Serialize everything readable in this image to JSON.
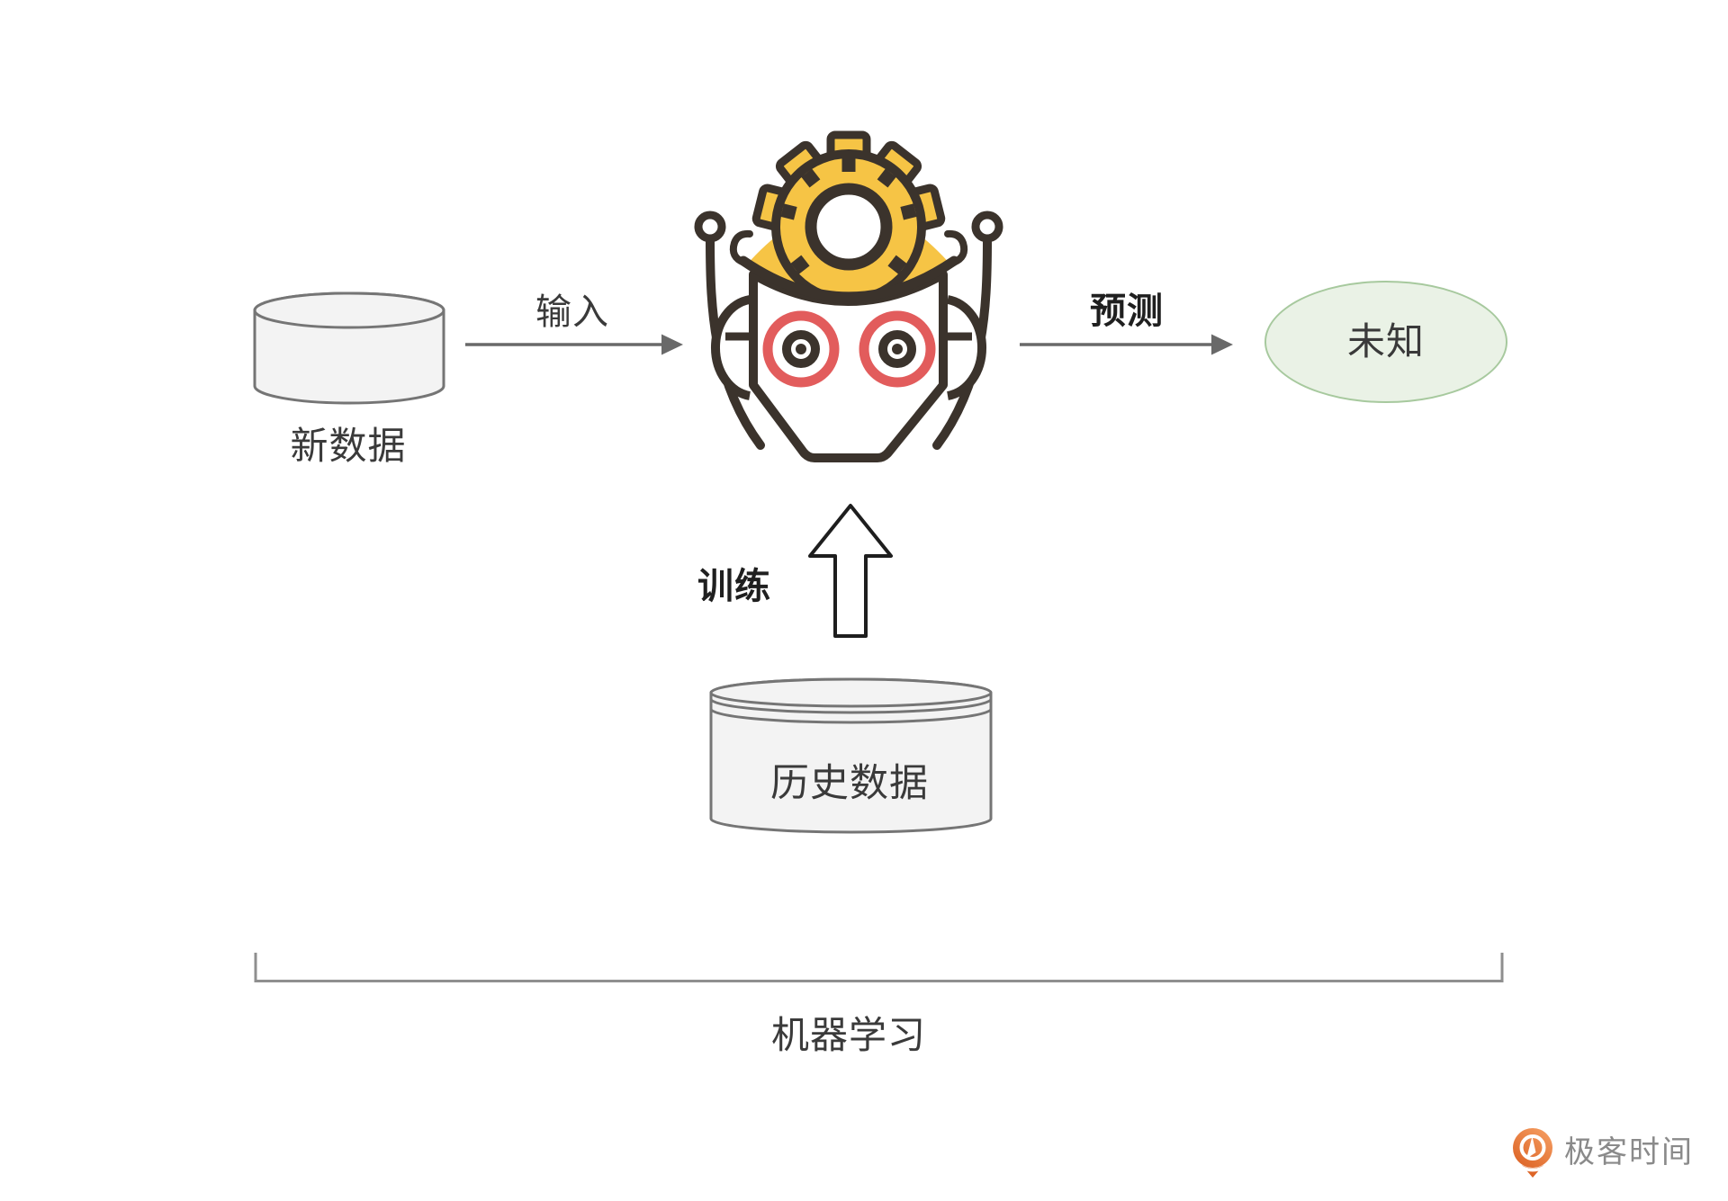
{
  "diagram": {
    "nodes": {
      "new_data": {
        "label": "新数据",
        "shape": "cylinder"
      },
      "model": {
        "icon": "robot-head-gear-icon"
      },
      "unknown": {
        "label": "未知",
        "shape": "ellipse"
      },
      "history_data": {
        "label": "历史数据",
        "shape": "cylinder"
      }
    },
    "edges": {
      "input": {
        "label": "输入",
        "from": "new_data",
        "to": "model"
      },
      "predict": {
        "label": "预测",
        "from": "model",
        "to": "unknown"
      },
      "train": {
        "label": "训练",
        "from": "history_data",
        "to": "model"
      }
    },
    "group": {
      "label": "机器学习"
    }
  },
  "footer": {
    "logo_text": "极客时间"
  },
  "icons": {
    "robot": "robot-head-gear-icon",
    "logo": "geektime-logo-icon"
  },
  "colors": {
    "gear_yellow": "#F6C445",
    "outline_dark": "#3B332C",
    "eye_red": "#E25C5C",
    "ellipse_green_fill": "#EAF2E6",
    "ellipse_green_border": "#A7C99E",
    "cylinder_fill": "#F3F3F3",
    "cylinder_stroke": "#757575",
    "arrow_gray": "#696969",
    "bracket_gray": "#8F8F8F",
    "logo_orange": "#E8763A",
    "logo_text_gray": "#8A8A8A",
    "text_dark": "#3A3A3A"
  }
}
